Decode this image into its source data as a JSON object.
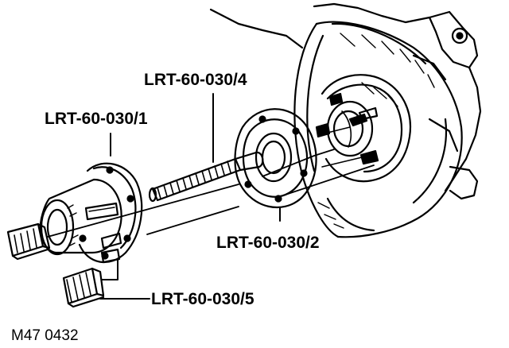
{
  "labels": {
    "tool_1": "LRT-60-030/1",
    "tool_4": "LRT-60-030/4",
    "tool_2": "LRT-60-030/2",
    "tool_5": "LRT-60-030/5"
  },
  "figure_number": "M47 0432",
  "colors": {
    "ink": "#000000",
    "paper": "#ffffff"
  }
}
